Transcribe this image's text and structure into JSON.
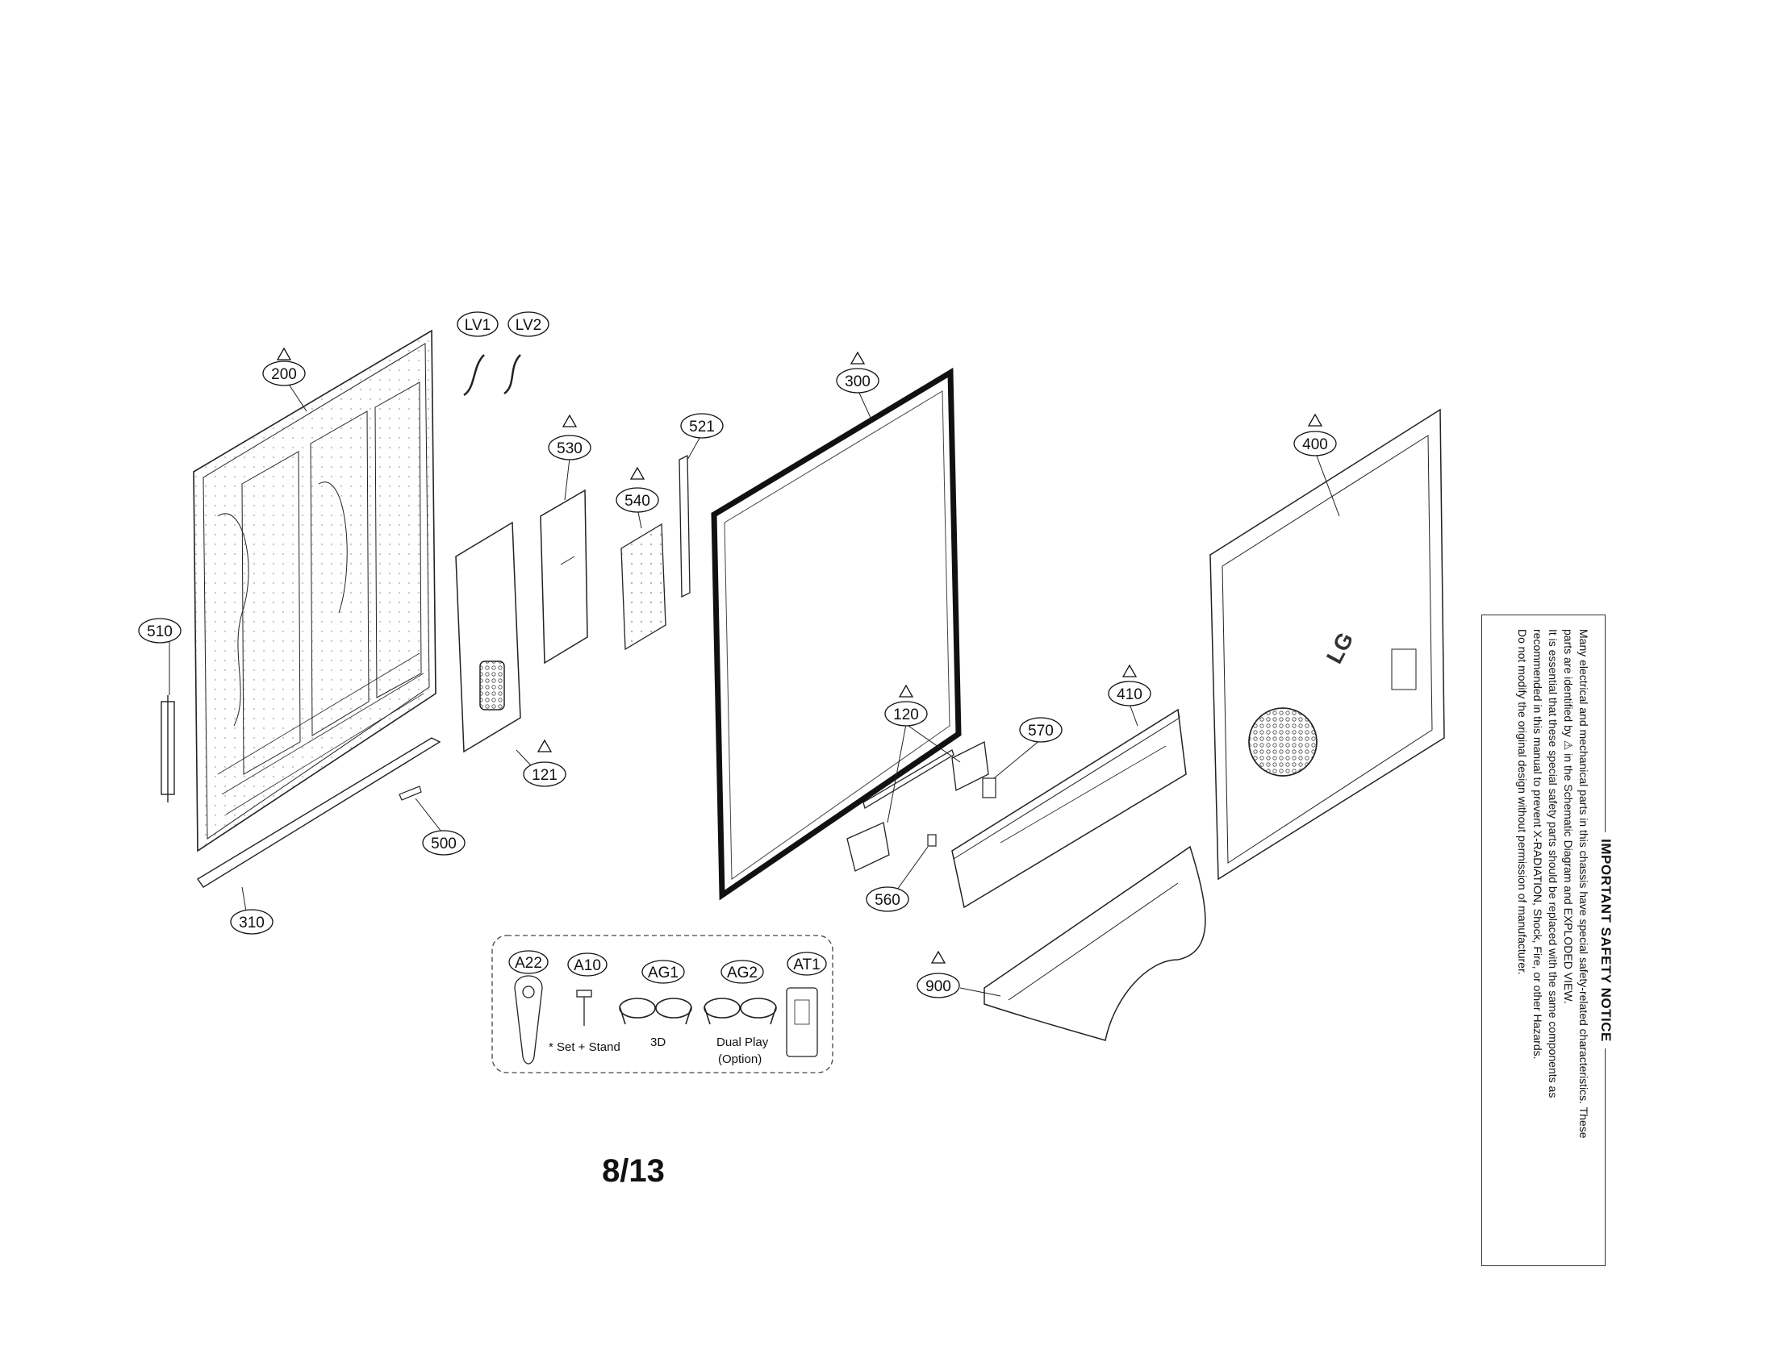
{
  "page_number": "8/13",
  "callouts": {
    "c200": "200",
    "cLV1": "LV1",
    "cLV2": "LV2",
    "c300": "300",
    "c530": "530",
    "c521": "521",
    "c540": "540",
    "c400": "400",
    "c510": "510",
    "c410": "410",
    "c120": "120",
    "c570": "570",
    "c121": "121",
    "c500": "500",
    "c310": "310",
    "c560": "560",
    "c900": "900",
    "cA22": "A22",
    "cA10": "A10",
    "cAG1": "AG1",
    "cAG2": "AG2",
    "cAT1": "AT1"
  },
  "accessory_labels": {
    "set_stand": "* Set + Stand",
    "glasses_3d": "3D",
    "dual_play": "Dual Play",
    "option": "(Option)"
  },
  "back_cover_logo": "LG",
  "safety_notice": {
    "title": "IMPORTANT SAFETY NOTICE",
    "line1": "Many electrical and mechanical parts in this chassis have special safety-related characteristics. These",
    "line2": "parts are identified by ⚠ in the Schematic Diagram and EXPLODED VIEW.",
    "line3": "It is essential that these special safety parts should be replaced with the same components as",
    "line4": "recommended in this manual to prevent X-RADIATION, Shock, Fire, or other Hazards.",
    "line5": "Do not modify the original design without permission of manufacturer."
  },
  "colors": {
    "ink": "#111111",
    "paper": "#ffffff",
    "frame": "#1a1a1a"
  }
}
